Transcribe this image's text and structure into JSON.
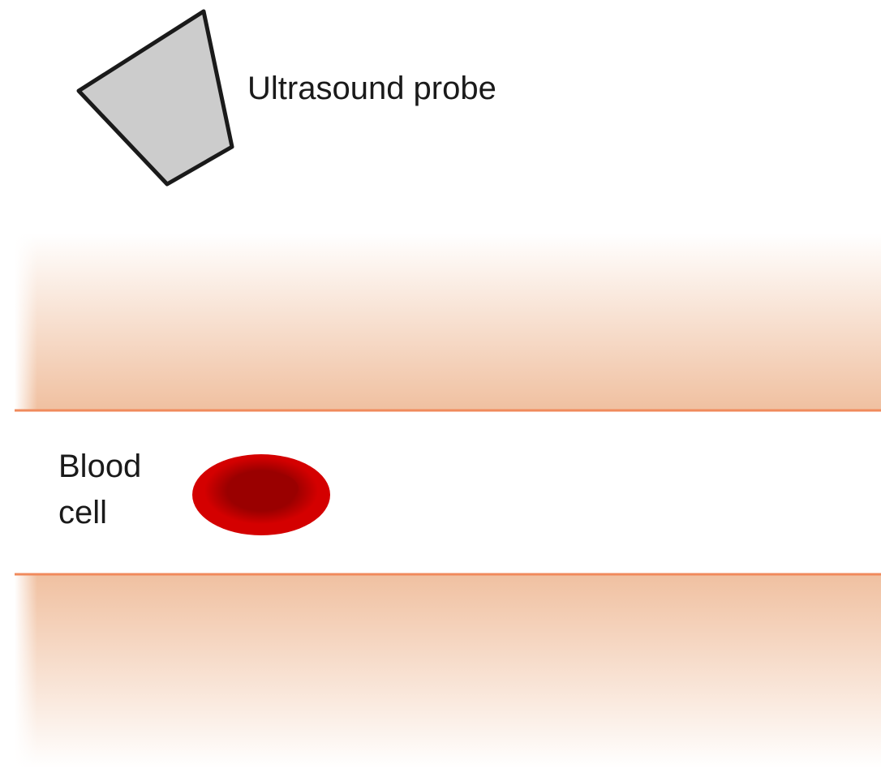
{
  "labels": {
    "probe": "Ultrasound probe",
    "blood_cell_line1": "Blood",
    "blood_cell_line2": "cell"
  },
  "colors": {
    "probe_fill": "#cccccc",
    "probe_stroke": "#1a1a1a",
    "vessel_wall": "#f0c0a0",
    "vessel_edge": "#f08a5c",
    "cell_outer": "#d40000",
    "cell_inner": "#9a0000",
    "background": "#ffffff"
  },
  "icons": {
    "probe": "ultrasound-probe-icon",
    "cell": "red-blood-cell-icon"
  }
}
